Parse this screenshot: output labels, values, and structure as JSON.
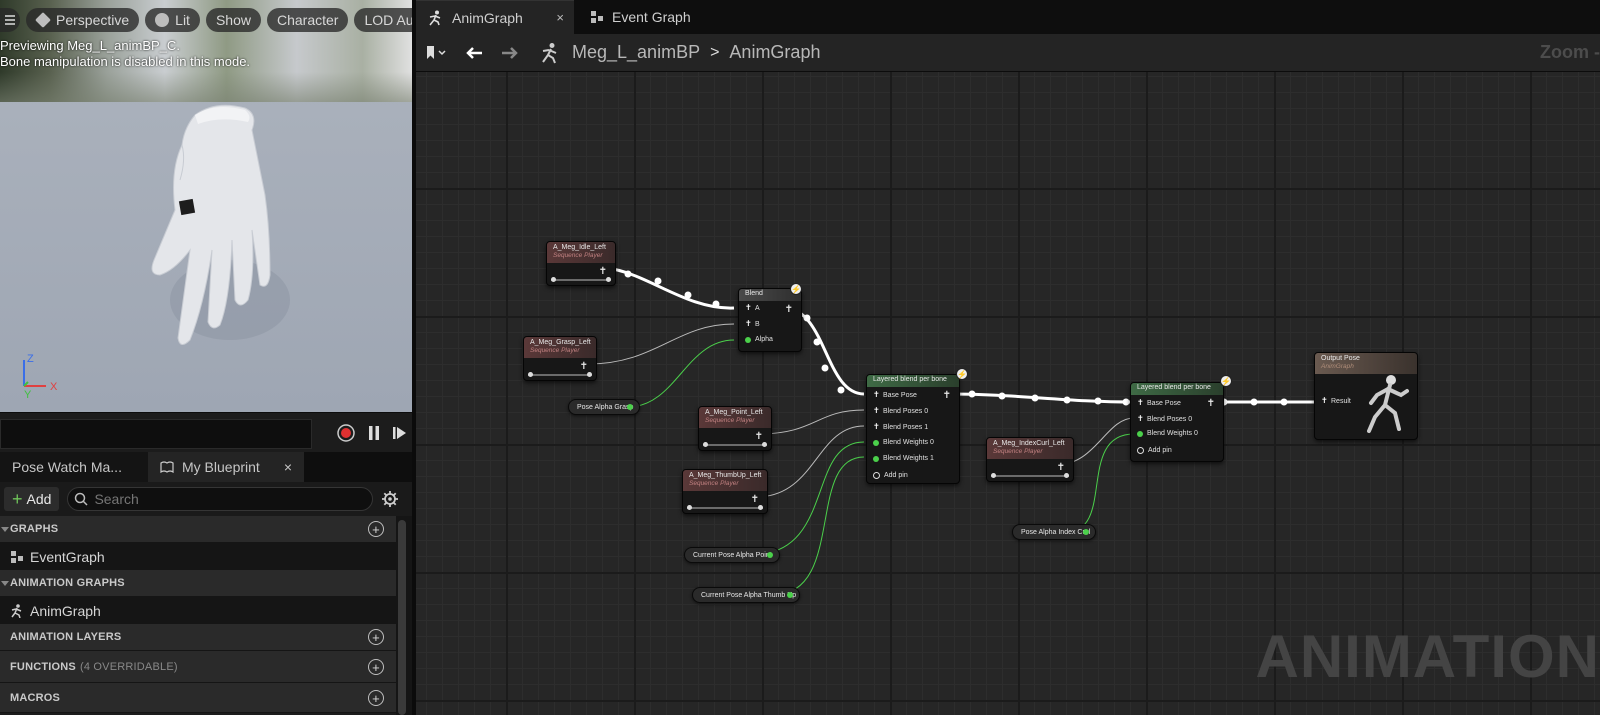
{
  "viewport": {
    "toolbar": {
      "perspective": "Perspective",
      "lit": "Lit",
      "show": "Show",
      "character": "Character",
      "lod": "LOD Auto"
    },
    "message_line1": "Previewing Meg_L_animBP_C.",
    "message_line2": "Bone manipulation is disabled in this mode.",
    "axis": {
      "z": "Z",
      "y": "Y",
      "x": "X"
    }
  },
  "left_tabs": {
    "pose_watch": "Pose Watch Ma...",
    "my_blueprint": "My Blueprint",
    "close": "×"
  },
  "blueprint_panel": {
    "add_label": "Add",
    "search_placeholder": "Search",
    "sections": {
      "graphs": "GRAPHS",
      "event_graph": "EventGraph",
      "animation_graphs": "ANIMATION GRAPHS",
      "anim_graph": "AnimGraph",
      "animation_layers": "ANIMATION LAYERS",
      "functions": "FUNCTIONS",
      "functions_sub": "(4 OVERRIDABLE)",
      "macros": "MACROS"
    }
  },
  "document_tabs": {
    "anim_graph": "AnimGraph",
    "event_graph": "Event Graph",
    "close": "×"
  },
  "breadcrumb": {
    "blueprint": "Meg_L_animBP",
    "separator": ">",
    "graph": "AnimGraph"
  },
  "zoom_label": "Zoom -",
  "watermark": "ANIMATION",
  "nodes": {
    "idle": {
      "title": "A_Meg_Idle_Left",
      "subtitle": "Sequence Player"
    },
    "grasp": {
      "title": "A_Meg_Grasp_Left",
      "subtitle": "Sequence Player"
    },
    "point": {
      "title": "A_Meg_Point_Left",
      "subtitle": "Sequence Player"
    },
    "thumbup": {
      "title": "A_Meg_ThumbUp_Left",
      "subtitle": "Sequence Player"
    },
    "indexcurl": {
      "title": "A_Meg_IndexCurl_Left",
      "subtitle": "Sequence Player"
    },
    "blend": {
      "title": "Blend",
      "pin_a": "A",
      "pin_b": "B",
      "pin_alpha": "Alpha"
    },
    "layered1": {
      "title": "Layered blend per bone",
      "base_pose": "Base Pose",
      "blend_poses_0": "Blend Poses 0",
      "blend_poses_1": "Blend Poses 1",
      "blend_weights_0": "Blend Weights 0",
      "blend_weights_1": "Blend Weights 1",
      "add_pin": "Add pin"
    },
    "layered2": {
      "title": "Layered blend per bone",
      "base_pose": "Base Pose",
      "blend_poses_0": "Blend Poses 0",
      "blend_weights_0": "Blend Weights 0",
      "add_pin": "Add pin"
    },
    "output": {
      "title": "Output Pose",
      "subtitle": "AnimGraph",
      "result": "Result"
    }
  },
  "variables": {
    "pose_alpha_grasp": "Pose Alpha Grasp",
    "current_pose_alpha_point": "Current Pose Alpha Point",
    "current_pose_alpha_thumbup": "Current Pose Alpha Thumb Up",
    "pose_alpha_index_curl": "Pose Alpha Index Curl"
  },
  "colors": {
    "exec_wire": "#ffffff",
    "float_wire": "#4bd04b",
    "record": "#e03030"
  }
}
